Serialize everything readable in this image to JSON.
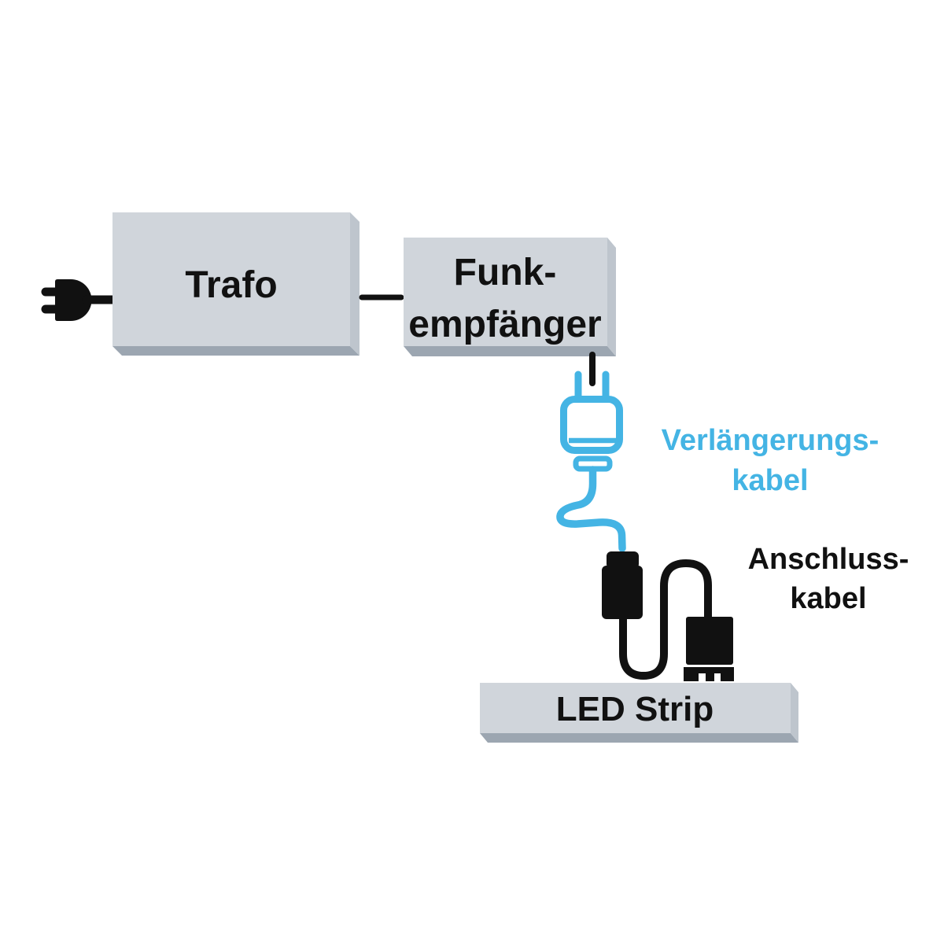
{
  "colors": {
    "background": "#ffffff",
    "box_front": "#d0d5db",
    "box_side": "#bec5cd",
    "box_bottom": "#9ca6b1",
    "ink": "#111111",
    "blue": "#44b4e4"
  },
  "nodes": {
    "trafo": {
      "label": "Trafo"
    },
    "funk": {
      "line1": "Funk-",
      "line2": "empfänger"
    },
    "led_strip": {
      "label": "LED Strip"
    }
  },
  "labels": {
    "extension_cable": {
      "line1": "Verlängerungs-",
      "line2": "kabel"
    },
    "connection_cable": {
      "line1": "Anschluss-",
      "line2": "kabel"
    }
  },
  "icons": {
    "power_plug": "power-plug-icon",
    "extension_plug": "extension-cable-plug-icon",
    "dc_connector": "dc-connector-plug-icon",
    "led_connector": "led-strip-connector-icon"
  }
}
